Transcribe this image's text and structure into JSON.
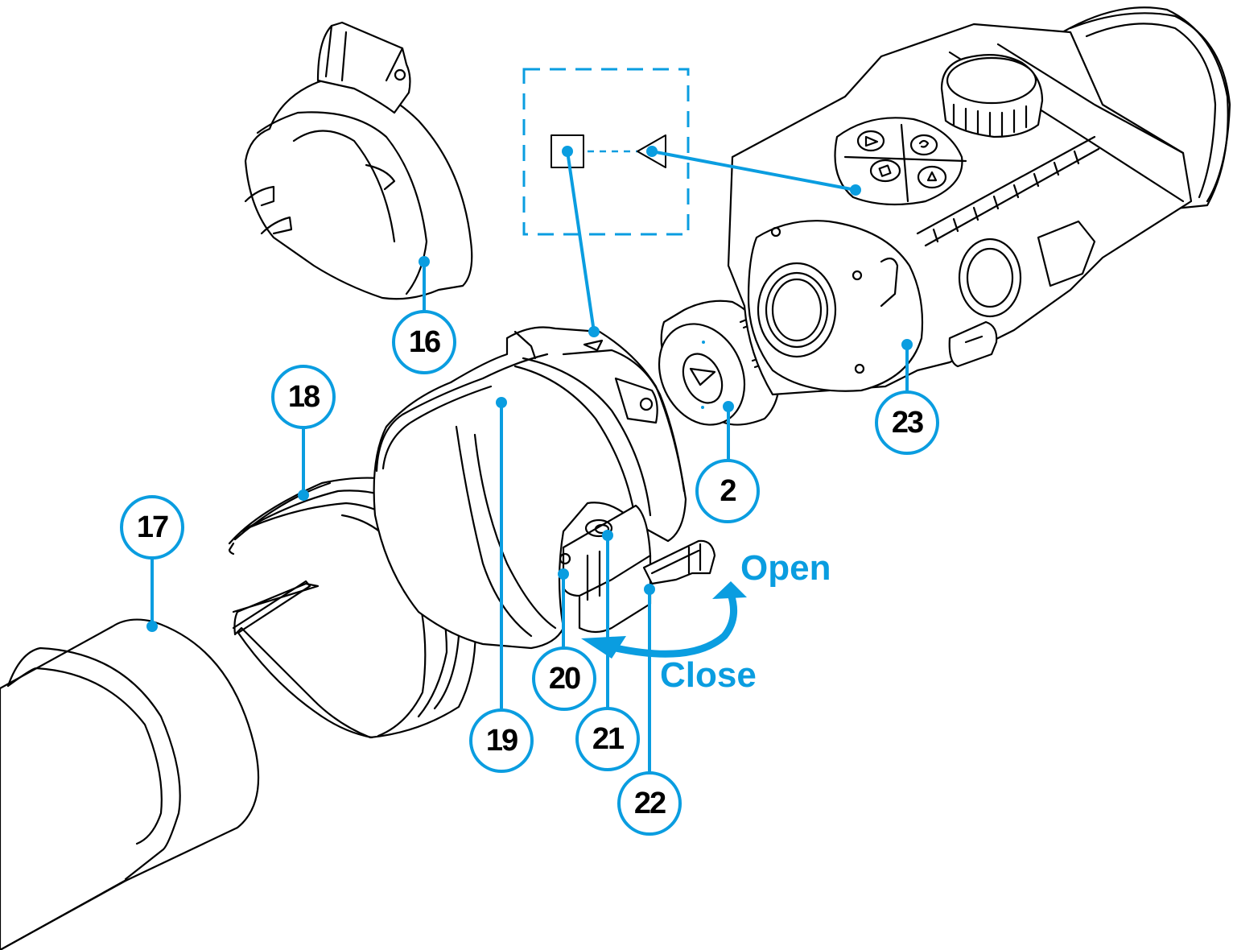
{
  "diagram": {
    "type": "exploded-assembly",
    "colors": {
      "accent": "#0a9de0",
      "line": "#000000",
      "background": "#ffffff"
    },
    "callouts": [
      {
        "id": "16",
        "label": "16",
        "part": "lens-cap"
      },
      {
        "id": "17",
        "label": "17",
        "part": "riflescope-objective"
      },
      {
        "id": "18",
        "label": "18",
        "part": "adapter-insert-ring"
      },
      {
        "id": "19",
        "label": "19",
        "part": "adapter-clamp-body"
      },
      {
        "id": "20",
        "label": "20",
        "part": "clamp-pin"
      },
      {
        "id": "21",
        "label": "21",
        "part": "adjustment-screw"
      },
      {
        "id": "22",
        "label": "22",
        "part": "clamp-lever"
      },
      {
        "id": "2",
        "label": "2",
        "part": "eyepiece-adapter"
      },
      {
        "id": "23",
        "label": "23",
        "part": "attachment-device"
      }
    ],
    "actions": {
      "open": "Open",
      "close": "Close"
    },
    "alignment_marks": {
      "square": "square-mark",
      "triangle": "triangle-mark"
    },
    "button_icons": [
      "play-icon",
      "rotate-icon",
      "square-icon",
      "up-icon"
    ]
  }
}
